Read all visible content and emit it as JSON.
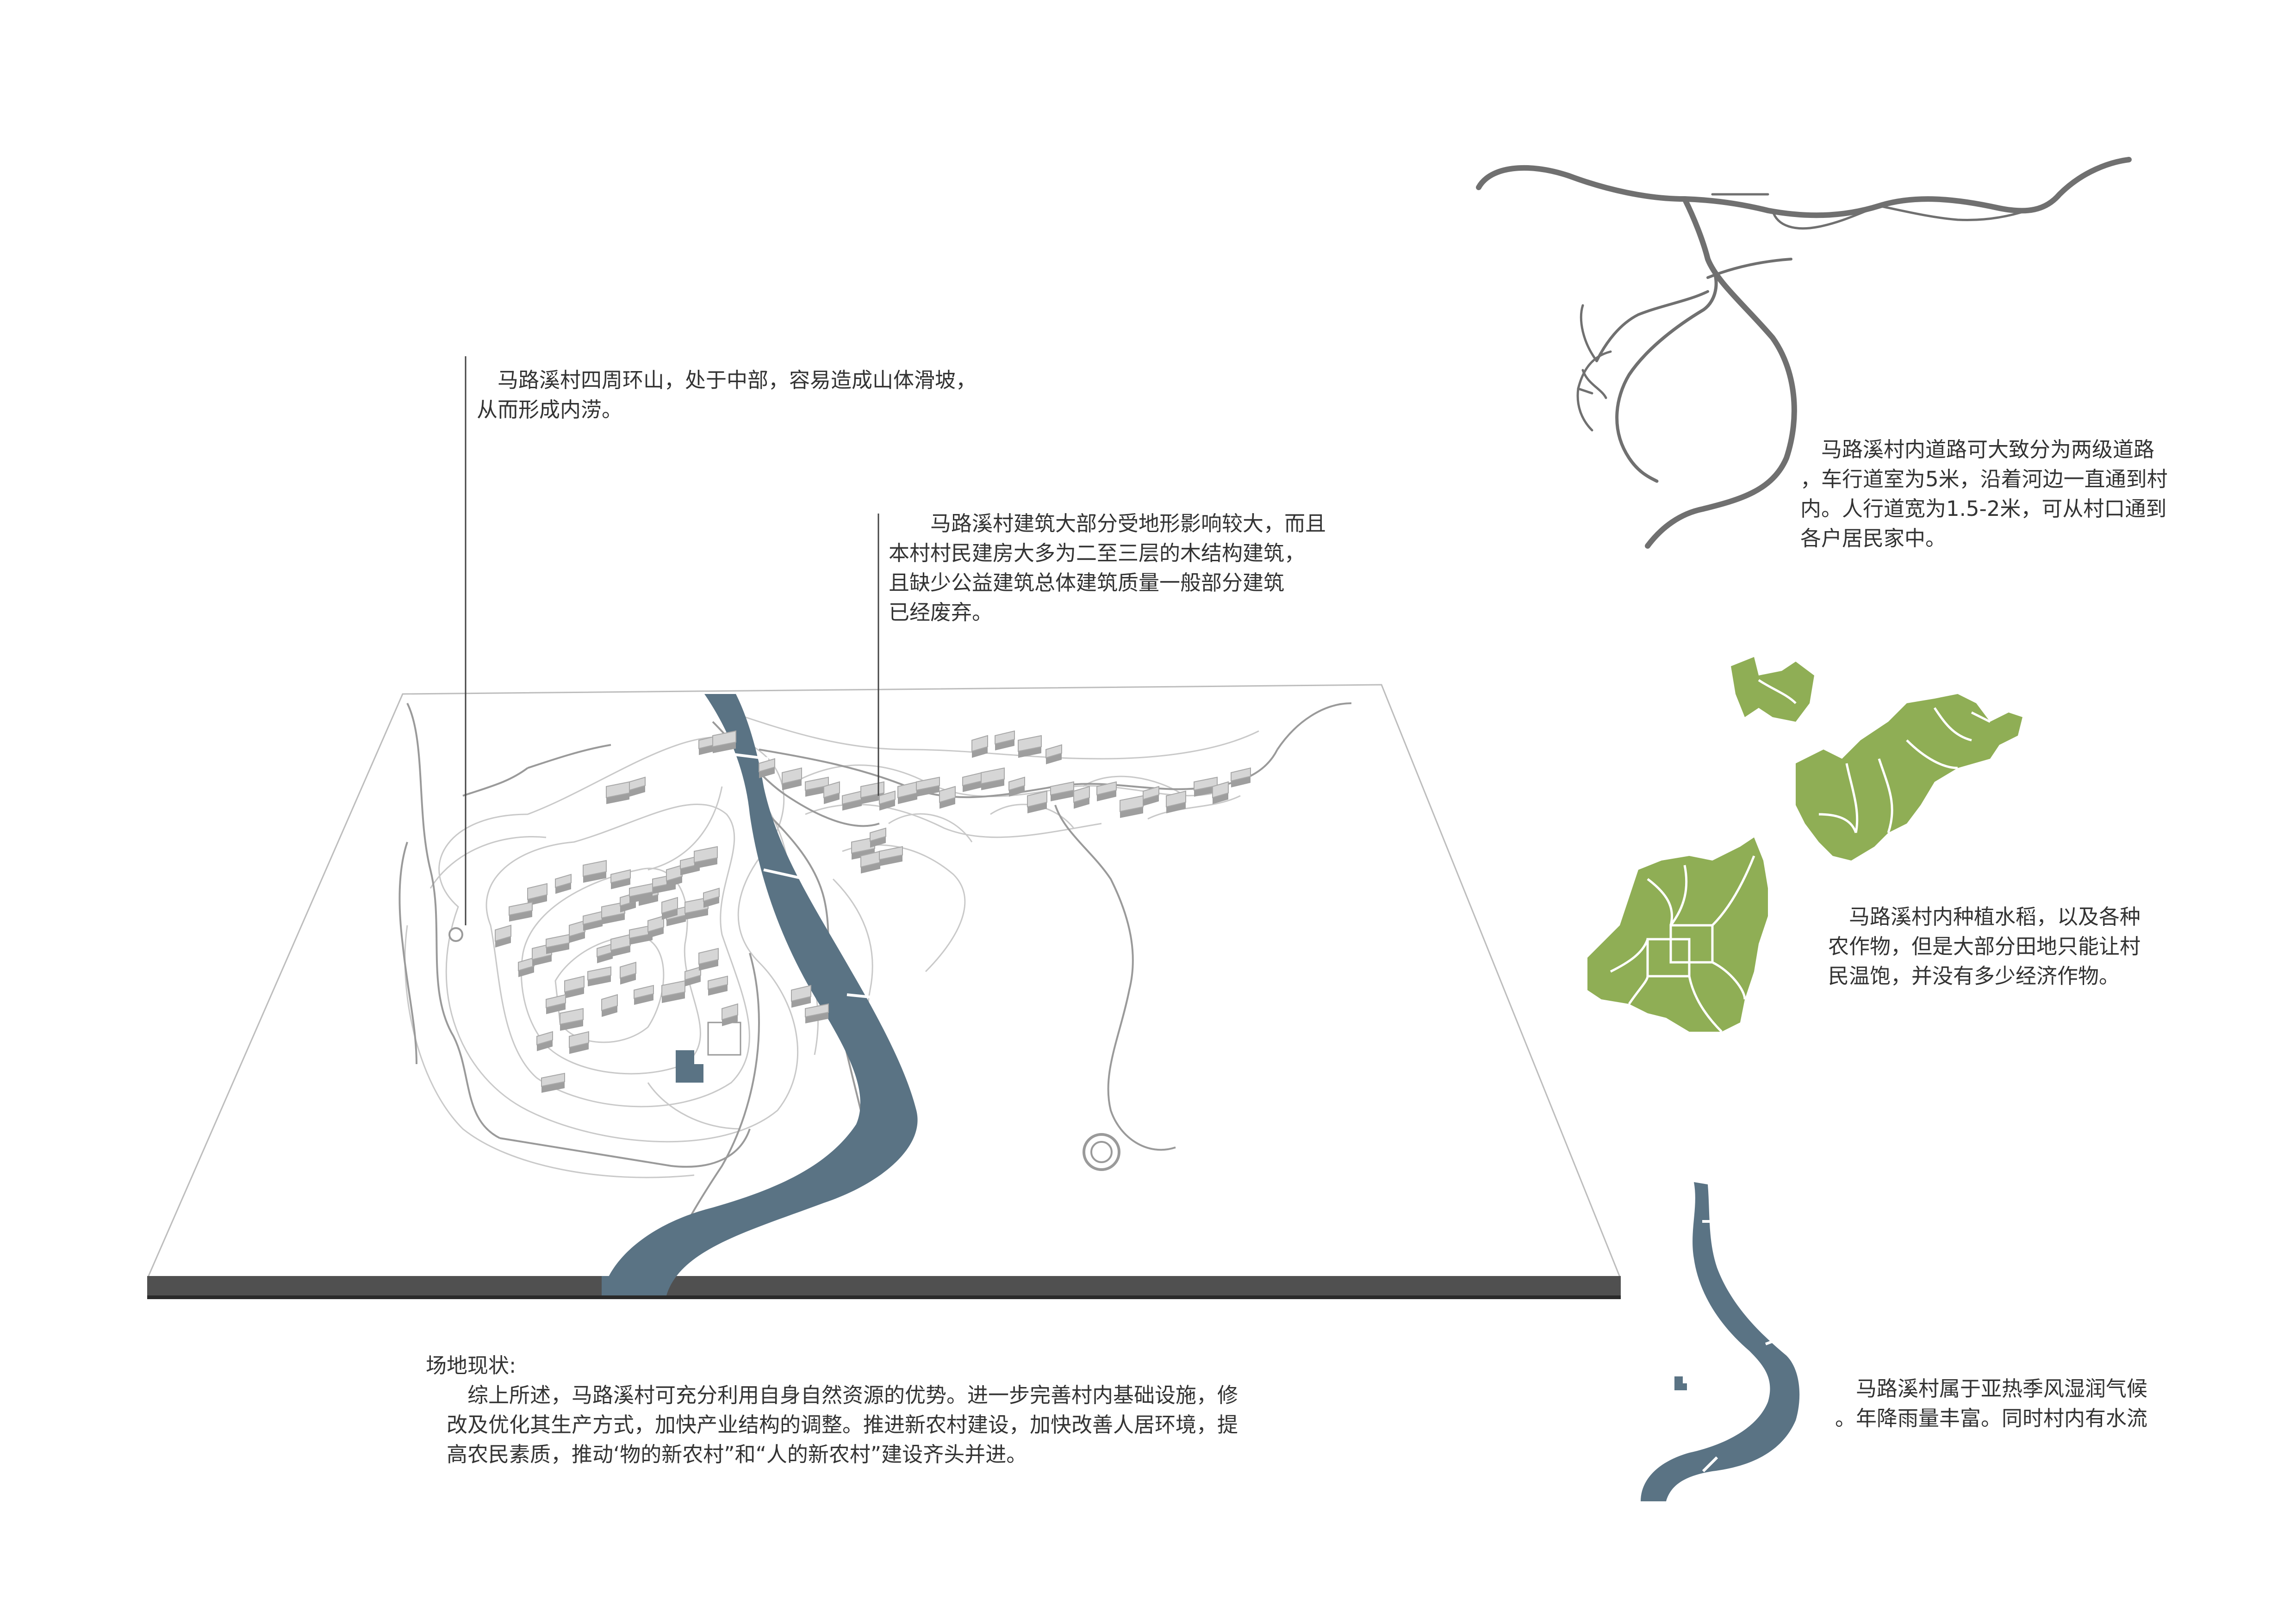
{
  "colors": {
    "water": "#5a7384",
    "farmland": "#8fae55",
    "road": "#707070",
    "building": "#cfcfcf",
    "base_edge": "#4f4f4f",
    "leader": "#444444",
    "text": "#333333"
  },
  "annotations": {
    "mountain": {
      "lines": [
        "　马路溪村四周环山，处于中部，容易造成山体滑坡，",
        "从而形成内涝。"
      ]
    },
    "buildings": {
      "lines": [
        "　　马路溪村建筑大部分受地形影响较大，而且",
        "本村村民建房大多为二至三层的木结构建筑，",
        "且缺少公益建筑总体建筑质量一般部分建筑",
        "已经废弃。"
      ]
    },
    "roads": {
      "lines": [
        "　马路溪村内道路可大致分为两级道路",
        "，车行道室为5米，沿着河边一直通到村",
        "内。人行道宽为1.5-2米，可从村口通到",
        "各户居民家中。"
      ]
    },
    "farmland": {
      "lines": [
        "　马路溪村内种植水稻，以及各种",
        "农作物，但是大部分田地只能让村",
        "民温饱，并没有多少经济作物。"
      ]
    },
    "climate": {
      "lines": [
        "　马路溪村属于亚热季风湿润气候",
        "。年降雨量丰富。同时村内有水流"
      ]
    },
    "status": {
      "title": "场地现状:",
      "lines": [
        "　　综上所述，马路溪村可充分利用自身自然资源的优势。进一步完善村内基础设施，修",
        "　改及优化其生产方式，加快产业结构的调整。推进新农村建设，加快改善人居环境，提",
        "　高农民素质，推动‘物的新农村”和“人的新农村”建设齐头并进。"
      ]
    }
  }
}
